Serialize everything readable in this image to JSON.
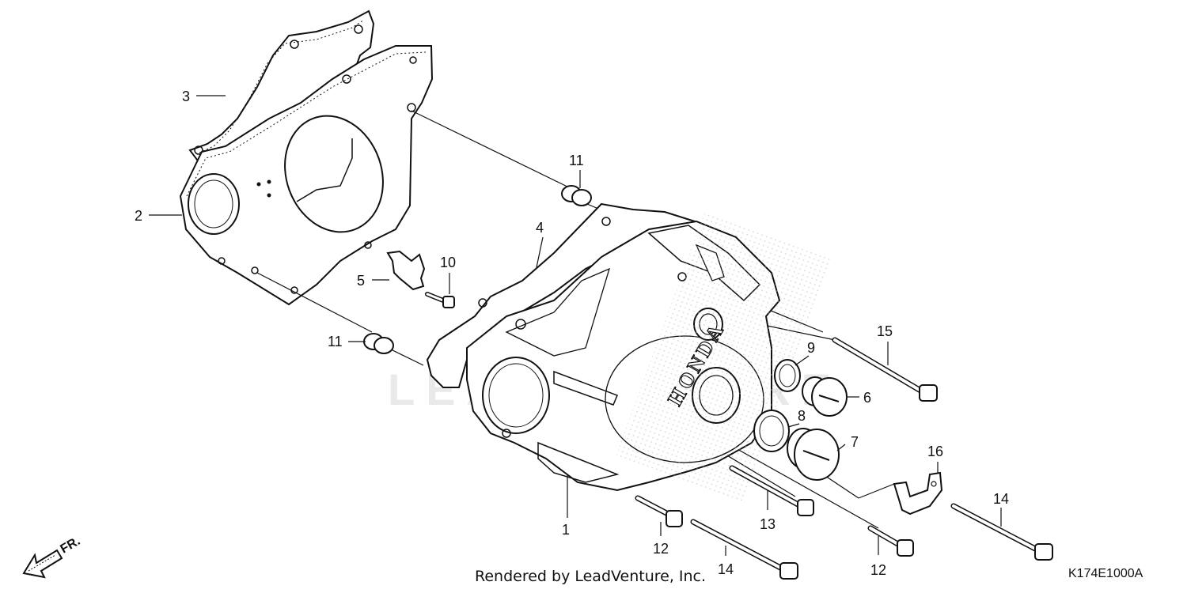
{
  "watermark": "LEADVENTURE",
  "direction_label": "FR.",
  "footer_text": "Rendered by LeadVenture, Inc.",
  "diagram_code": "K174E1000A",
  "brand_mark": "HONDA",
  "callouts": {
    "c1": "1",
    "c2": "2",
    "c3": "3",
    "c4": "4",
    "c5": "5",
    "c6": "6",
    "c7": "7",
    "c8": "8",
    "c9": "9",
    "c10": "10",
    "c11a": "11",
    "c11b": "11",
    "c12a": "12",
    "c12b": "12",
    "c13": "13",
    "c14a": "14",
    "c14b": "14",
    "c15": "15",
    "c16": "16"
  }
}
